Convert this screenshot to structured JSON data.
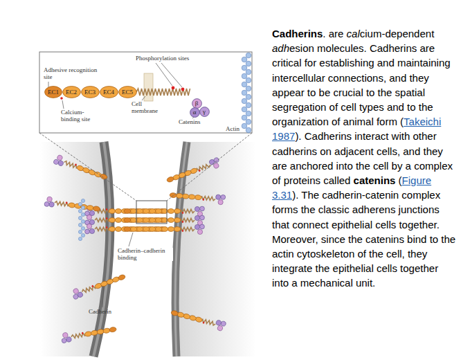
{
  "diagram": {
    "nodes": [
      {
        "text": [
          "EC1"
        ]
      },
      {
        "text": [
          "EC2"
        ]
      },
      {
        "text": [
          "EC3"
        ]
      },
      {
        "text": [
          "EC4"
        ]
      },
      {
        "text": [
          "EC5"
        ]
      },
      {
        "text": [
          "β"
        ]
      },
      {
        "text": [
          "α"
        ]
      },
      {
        "text": [
          "γ"
        ]
      }
    ],
    "labels": [
      "Phosphorylation sites",
      "Adhesive recognition site",
      "Cell membrane",
      "Calcium-binding site",
      "Catenins",
      "Actin",
      "Cadherin–cadherin binding",
      "Cadherin",
      "Cadherins",
      ". are ",
      "cal",
      "cium-dependent ",
      "adh",
      "esion molecules. Cadherins are critical for establishing and maintaining intercellular connections, and they appear to be crucial to the spatial segregation of cell types and to the organization of animal form (",
      "Takeichi 1987",
      "). Cadherins interact with other cadherins on adjacent cells, and they are anchored into the cell by a complex of proteins called ",
      "catenins",
      " (",
      "Figure 3.31",
      "). The cadherin-catenin complex forms the classic adherens junctions that connect epithelial cells together. Moreover, since the catenins bind to the actin cytoskeleton of the cell, they integrate the epithelial cells together into a mechanical unit."
    ]
  }
}
